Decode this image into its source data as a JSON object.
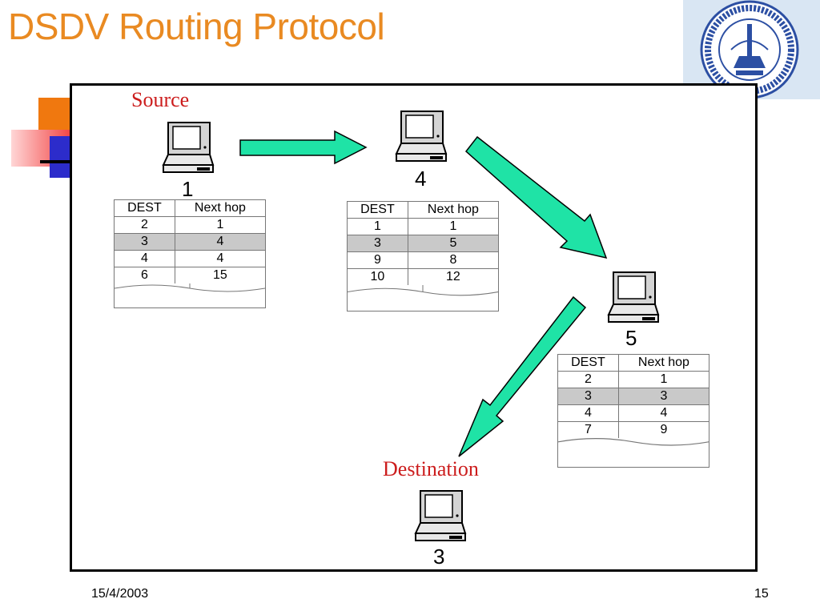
{
  "slide": {
    "title": "DSDV Routing Protocol",
    "date": "15/4/2003",
    "page_number": "15"
  },
  "labels": {
    "source": "Source",
    "destination": "Destination"
  },
  "nodes": [
    {
      "id": "1"
    },
    {
      "id": "4"
    },
    {
      "id": "5"
    },
    {
      "id": "3"
    }
  ],
  "tables": [
    {
      "node": "1",
      "headers": [
        "DEST",
        "Next hop"
      ],
      "rows": [
        [
          "2",
          "1"
        ],
        [
          "3",
          "4"
        ],
        [
          "4",
          "4"
        ],
        [
          "6",
          "15"
        ]
      ],
      "highlighted_row": 1
    },
    {
      "node": "4",
      "headers": [
        "DEST",
        "Next hop"
      ],
      "rows": [
        [
          "1",
          "1"
        ],
        [
          "3",
          "5"
        ],
        [
          "9",
          "8"
        ],
        [
          "10",
          "12"
        ]
      ],
      "highlighted_row": 1
    },
    {
      "node": "5",
      "headers": [
        "DEST",
        "Next hop"
      ],
      "rows": [
        [
          "2",
          "1"
        ],
        [
          "3",
          "3"
        ],
        [
          "4",
          "4"
        ],
        [
          "7",
          "9"
        ]
      ],
      "highlighted_row": 1
    }
  ],
  "colors": {
    "title": "#e98a22",
    "label": "#cc1d1d",
    "arrow_fill": "#1fe3a6",
    "highlight_row": "#c9c9c9"
  },
  "icons": [
    "computer-icon",
    "university-seal-icon"
  ]
}
